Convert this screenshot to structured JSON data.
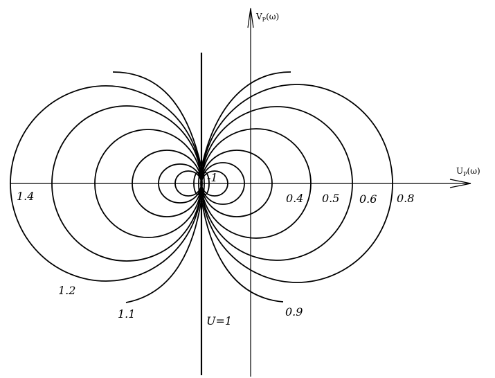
{
  "axes": {
    "x_label": "U",
    "x_sub": "P",
    "x_arg": "(ω)",
    "y_label": "V",
    "y_sub": "P",
    "y_arg": "(ω)"
  },
  "labels": {
    "l_14": "1.4",
    "l_12": "1.2",
    "l_11": "1.1",
    "l_04": "0.4",
    "l_05": "0.5",
    "l_06": "0.6",
    "l_08": "0.8",
    "l_09": "0.9",
    "l_m1": "-1",
    "l_u1": "U=1"
  }
}
